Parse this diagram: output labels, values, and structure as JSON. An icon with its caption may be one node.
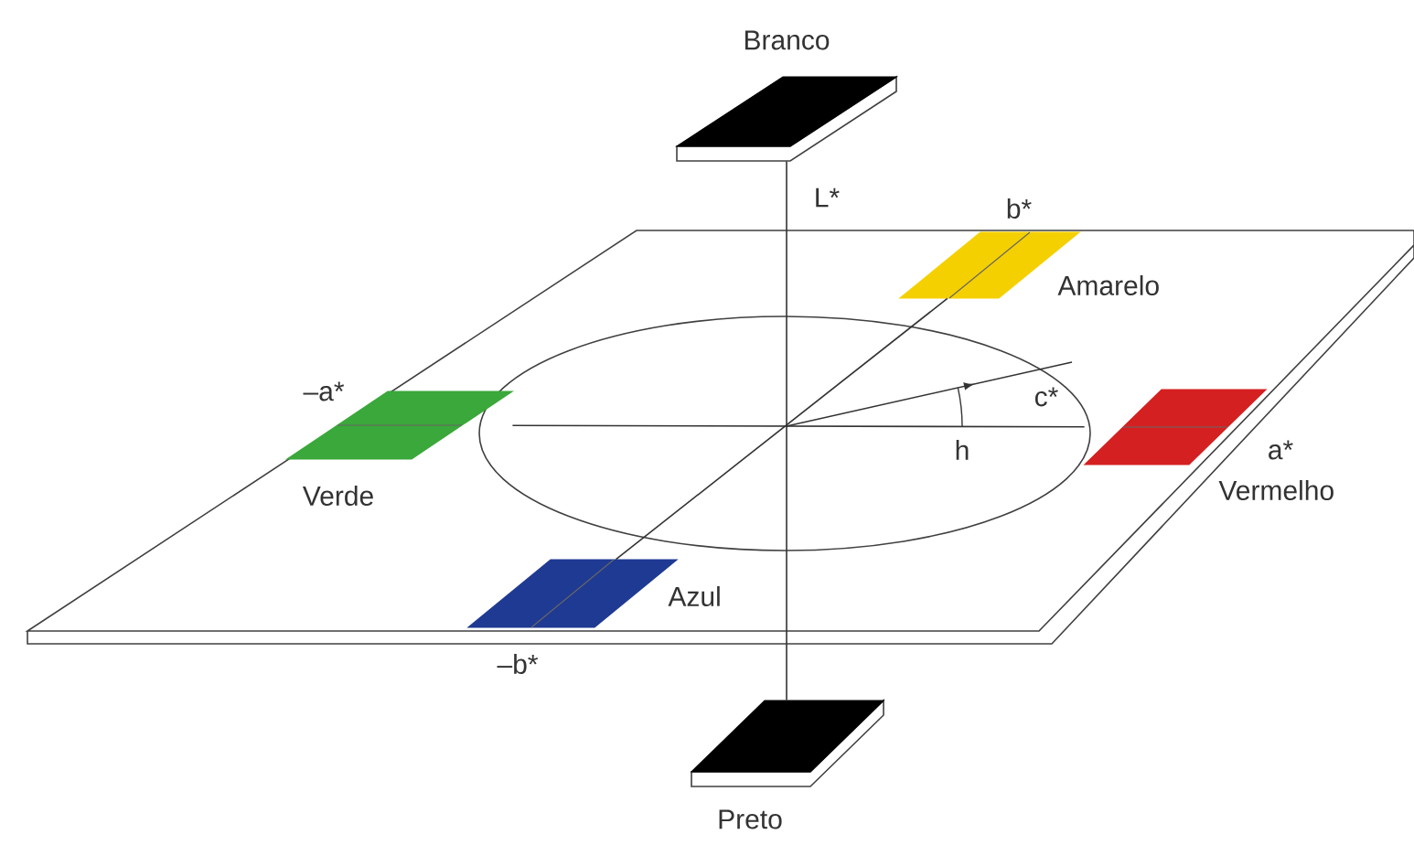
{
  "diagram": {
    "nodes": [
      {
        "text": [
          "Branco"
        ]
      },
      {
        "text": [
          "Amarelo"
        ]
      },
      {
        "text": [
          "Verde"
        ]
      },
      {
        "text": [
          "Vermelho"
        ]
      },
      {
        "text": [
          "Azul"
        ]
      },
      {
        "text": [
          "Preto"
        ]
      }
    ],
    "edges": [
      {
        "from": 0,
        "to": 5,
        "arrow": "none"
      },
      {
        "from": 2,
        "to": 3,
        "arrow": "none"
      },
      {
        "from": 4,
        "to": 1,
        "arrow": "none"
      }
    ],
    "labels": [
      "L*",
      "b*",
      "–a*",
      "c*",
      "h",
      "a*",
      "–b*"
    ]
  }
}
